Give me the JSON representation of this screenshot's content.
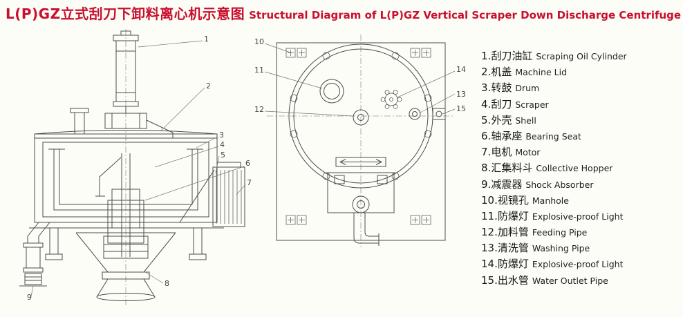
{
  "title": {
    "zh": "L(P)GZ立式刮刀下卸料离心机示意图",
    "en": "Structural Diagram of L(P)GZ Vertical Scraper Down Discharge Centrifuge"
  },
  "colors": {
    "title-red": "#c8102e",
    "line": "#4a4a48",
    "callout": "#3c4a3c"
  },
  "callouts": {
    "side": [
      "1",
      "2",
      "3",
      "4",
      "5",
      "6",
      "7",
      "8",
      "9"
    ],
    "top": [
      "10",
      "11",
      "12",
      "13",
      "14",
      "15"
    ]
  },
  "legend": {
    "items": [
      {
        "num": "1.",
        "zh": "刮刀油缸",
        "en": "Scraping Oil Cylinder"
      },
      {
        "num": "2.",
        "zh": "机盖",
        "en": "Machine Lid"
      },
      {
        "num": "3.",
        "zh": "转鼓",
        "en": "Drum"
      },
      {
        "num": "4.",
        "zh": "刮刀",
        "en": "Scraper"
      },
      {
        "num": "5.",
        "zh": "外壳",
        "en": "Shell"
      },
      {
        "num": "6.",
        "zh": "轴承座",
        "en": "Bearing Seat"
      },
      {
        "num": "7.",
        "zh": "电机",
        "en": "Motor"
      },
      {
        "num": "8.",
        "zh": "汇集料斗",
        "en": "Collective Hopper"
      },
      {
        "num": "9.",
        "zh": "减震器",
        "en": "Shock Absorber"
      },
      {
        "num": "10.",
        "zh": "视镜孔",
        "en": "Manhole"
      },
      {
        "num": "11.",
        "zh": "防爆灯",
        "en": "Explosive-proof Light"
      },
      {
        "num": "12.",
        "zh": "加料管",
        "en": "Feeding Pipe"
      },
      {
        "num": "13.",
        "zh": "清洗管",
        "en": "Washing Pipe"
      },
      {
        "num": "14.",
        "zh": "防爆灯",
        "en": "Explosive-proof Light"
      },
      {
        "num": "15.",
        "zh": "出水管",
        "en": "Water Outlet Pipe"
      }
    ]
  }
}
